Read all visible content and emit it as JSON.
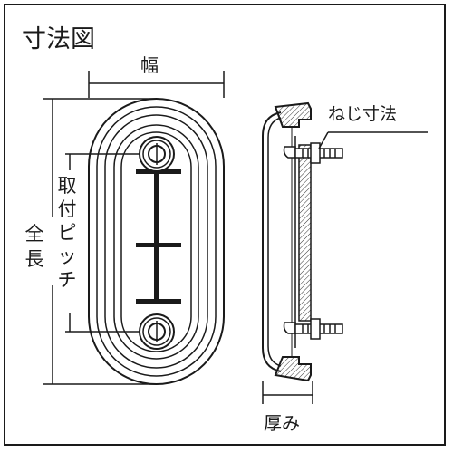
{
  "title": "寸法図",
  "labels": {
    "width": "幅",
    "overall_length": "全長",
    "mounting_pitch": "取付ピッチ",
    "thread_size": "ねじ寸法",
    "thickness": "厚み"
  },
  "colors": {
    "line": "#1a1a1a",
    "hatch": "#555555",
    "background": "#ffffff"
  }
}
